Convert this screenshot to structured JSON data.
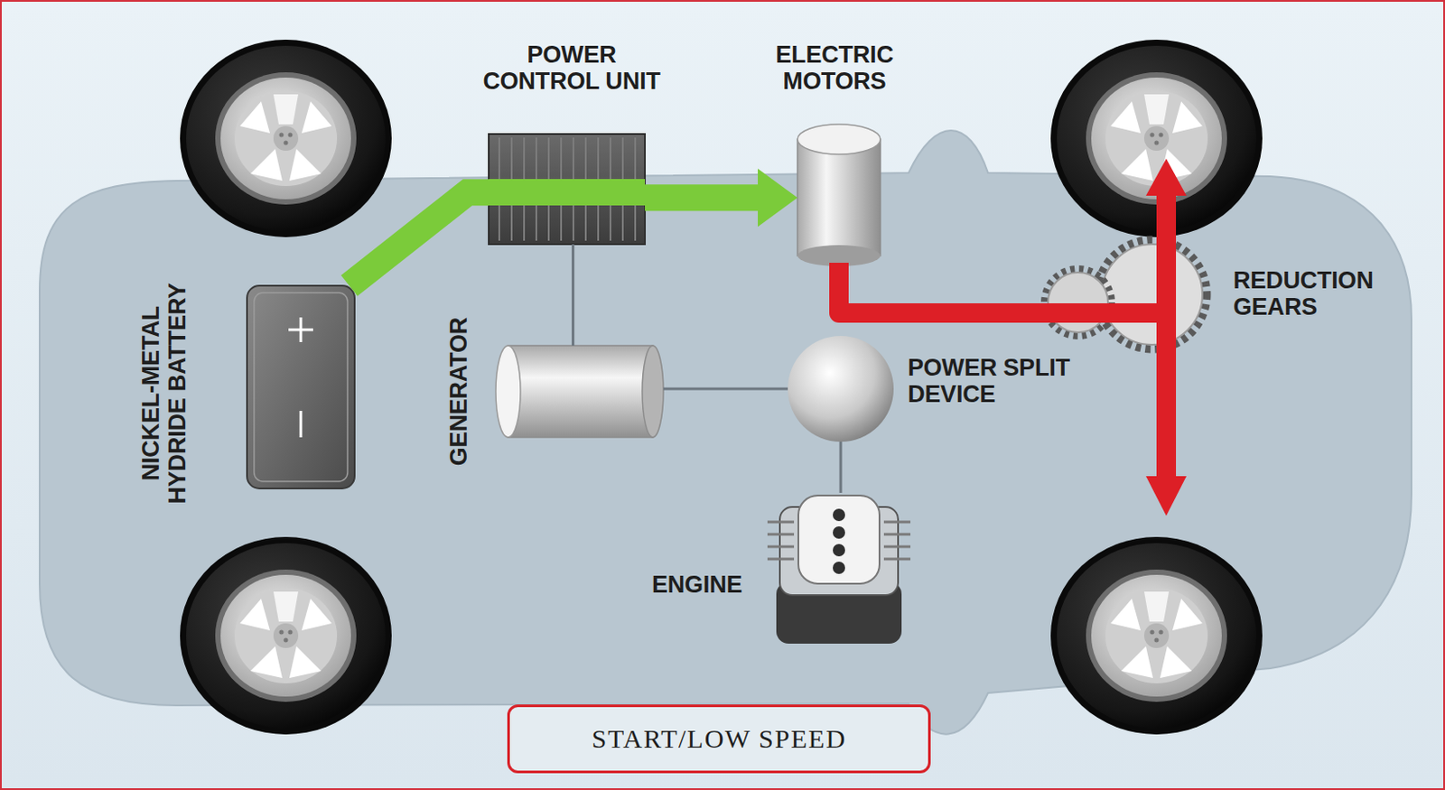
{
  "diagram": {
    "nodes": [
      {
        "text": [
          "POWER CONTROL UNIT"
        ]
      },
      {
        "text": [
          "ELECTRIC MOTORS"
        ]
      },
      {
        "text": [
          "NICKEL-METAL HYDRIDE BATTERY"
        ]
      },
      {
        "text": [
          "GENERATOR"
        ]
      },
      {
        "text": [
          "REDUCTION GEARS"
        ]
      },
      {
        "text": [
          "POWER SPLIT DEVICE"
        ]
      },
      {
        "text": [
          "ENGINE"
        ]
      },
      {
        "text": [
          "START/LOW SPEED"
        ]
      }
    ],
    "edges": [
      {
        "from": 2,
        "to": 0,
        "arrow": "none"
      },
      {
        "from": 0,
        "to": 1,
        "arrow": "to"
      },
      {
        "from": 1,
        "to": 4,
        "arrow": "none"
      },
      {
        "from": 0,
        "to": 3,
        "arrow": "none"
      },
      {
        "from": 3,
        "to": 5,
        "arrow": "none"
      },
      {
        "from": 5,
        "to": 6,
        "arrow": "none"
      }
    ]
  }
}
